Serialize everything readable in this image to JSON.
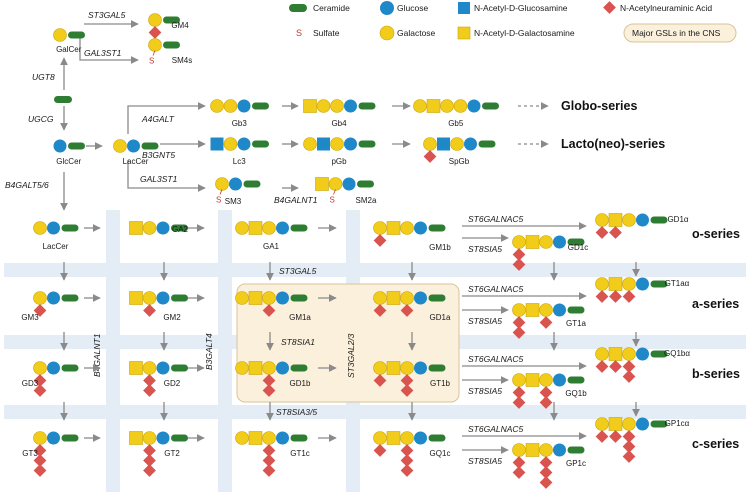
{
  "colors": {
    "ceramide": "#2e7d32",
    "glucose": "#1e88c8",
    "galactose": "#f2cc1a",
    "galnac": "#f2cc1a",
    "glcnac": "#1e88c8",
    "neuac": "#d9534f",
    "sulfate": "#c0392b",
    "arrow": "#8a8a8a",
    "band": "#e4ecf6",
    "highlight": "#fbf0dc",
    "highlight_border": "#d9c49a"
  },
  "legend": {
    "ceramide": "Ceramide",
    "glucose": "Glucose",
    "glcnac": "N-Acetyl-D-Glucosamine",
    "neuac": "N-Acetylneuraminic Acid",
    "sulfate_symbol": "S",
    "sulfate": "Sulfate",
    "galactose": "Galactose",
    "galnac": "N-Acetyl-D-Galactosamine",
    "major_gsls": "Major GSLs in the CNS"
  },
  "series_labels": {
    "globo": "Globo-series",
    "lacto": "Lacto(neo)-series",
    "o": "o-series",
    "a": "a-series",
    "b": "b-series",
    "c": "c-series"
  },
  "enzymes": {
    "st3gal5_top": "ST3GAL5",
    "gal3st1_top": "GAL3ST1",
    "ugt8": "UGT8",
    "ugcg": "UGCG",
    "a4galt": "A4GALT",
    "b3gnt5": "B3GNT5",
    "gal3st1_mid": "GAL3ST1",
    "b4galnt1_mid": "B4GALNT1",
    "b4galt56": "B4GALT5/6",
    "st3gal5_band": "ST3GAL5",
    "st8sia1_band": "ST8SIA1",
    "st8sia35_band": "ST8SIA3/5",
    "b4galnt1_vert": "B4GALNT1",
    "b3galt4_vert": "B3GALT4",
    "st3gal23_vert": "ST3GAL2/3",
    "st6galnac5": "ST6GALNAC5",
    "st8sia5": "ST8SIA5"
  },
  "compounds": {
    "galcer": "GalCer",
    "gm4": "GM4",
    "sm4s": "SM4s",
    "glccer": "GlcCer",
    "laccer_top": "LacCer",
    "gb3": "Gb3",
    "gb4": "Gb4",
    "gb5": "Gb5",
    "lc3": "Lc3",
    "pgb": "pGb",
    "spgb": "SpGb",
    "sm3": "SM3",
    "sm2a": "SM2a",
    "laccer": "LacCer",
    "ga2": "GA2",
    "ga1": "GA1",
    "gm1b": "GM1b",
    "gd1c": "GD1c",
    "gd1alpha": "GD1α",
    "gm3": "GM3",
    "gm2": "GM2",
    "gm1a": "GM1a",
    "gd1a": "GD1a",
    "gt1a": "GT1a",
    "gt1aalpha": "GT1aα",
    "gd3": "GD3",
    "gd2": "GD2",
    "gd1b": "GD1b",
    "gt1b": "GT1b",
    "gq1b": "GQ1b",
    "gq1balpha": "GQ1bα",
    "gt3": "GT3",
    "gt2": "GT2",
    "gt1c": "GT1c",
    "gq1c": "GQ1c",
    "gp1c": "GP1c",
    "gp1calpha": "GP1cα"
  }
}
